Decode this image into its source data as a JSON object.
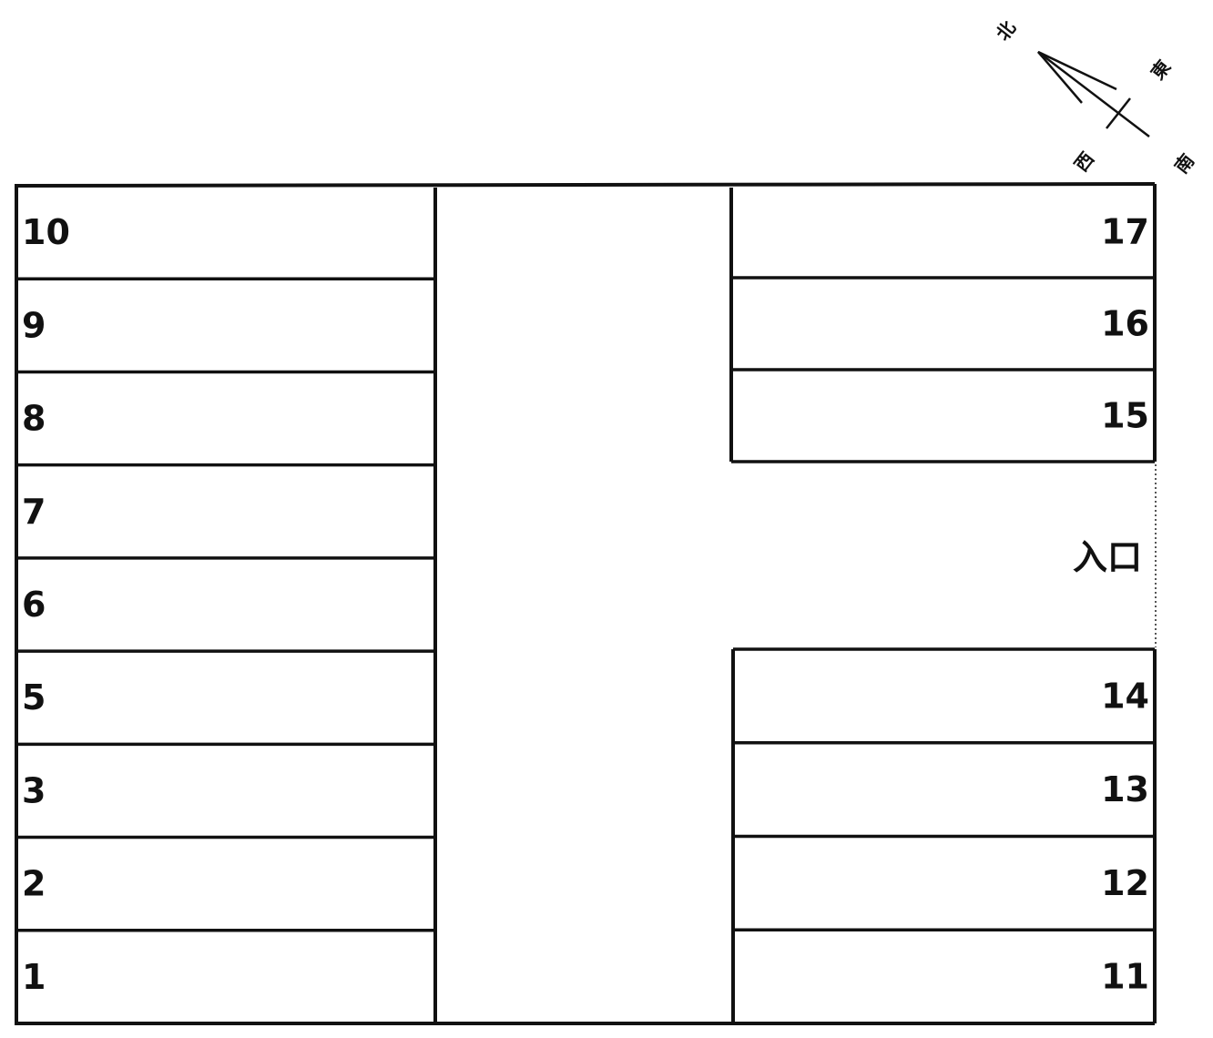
{
  "left_stalls": [
    "10",
    "9",
    "8",
    "7",
    "6",
    "5",
    "3",
    "2",
    "1"
  ],
  "right_upper_stalls": [
    "17",
    "16",
    "15"
  ],
  "right_lower_stalls": [
    "14",
    "13",
    "12",
    "11"
  ],
  "entrance": "入口",
  "compass": {
    "north": "北",
    "east": "東",
    "south": "南",
    "west": "西"
  },
  "colors": {
    "line": "#111111",
    "background": "#ffffff"
  }
}
